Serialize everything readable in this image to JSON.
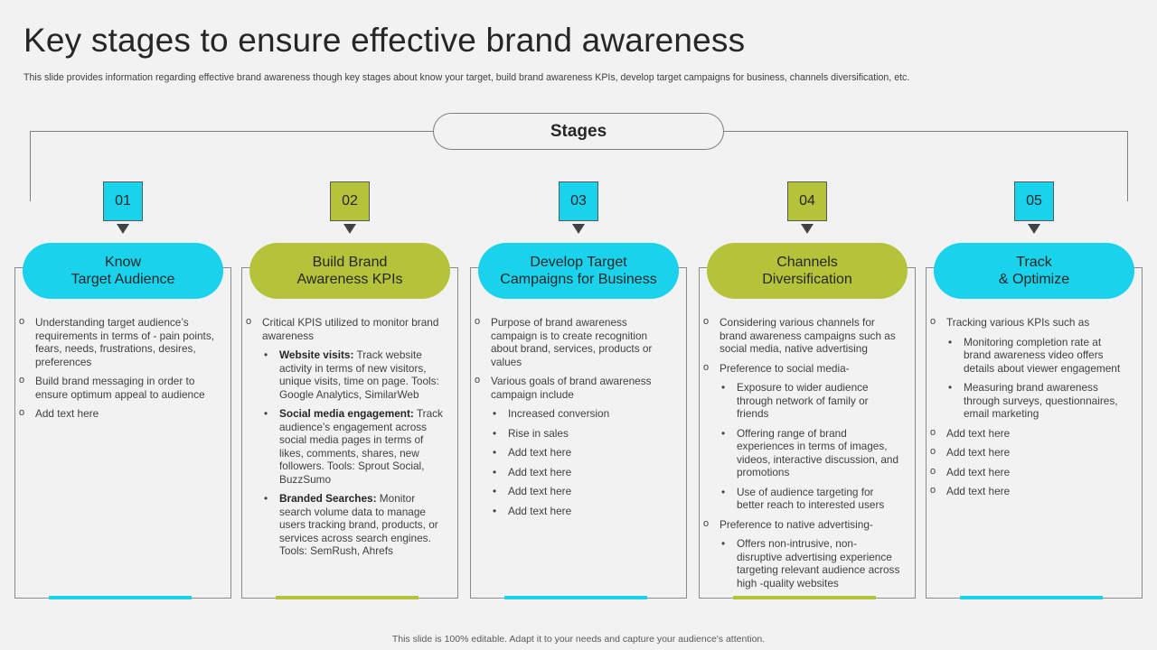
{
  "slide": {
    "title": "Key stages to ensure effective brand awareness",
    "subtitle": "This slide provides information regarding effective brand awareness though key stages about know your target, build brand awareness KPIs, develop target campaigns for business, channels diversification, etc.",
    "stages_label": "Stages",
    "footer": "This slide is 100% editable. Adapt it to your needs and capture your audience's attention."
  },
  "colors": {
    "cyan": "#19d2ec",
    "olive": "#b5c33a"
  },
  "stages": [
    {
      "number": "01",
      "title": "Know\nTarget Audience",
      "accent": "#19d2ec",
      "items": [
        {
          "level": 1,
          "text": "Understanding target audience’s requirements in terms of - pain points, fears, needs, frustrations, desires, preferences"
        },
        {
          "level": 1,
          "text": "Build brand messaging in order to ensure optimum appeal to audience"
        },
        {
          "level": 1,
          "text": "Add text here"
        }
      ]
    },
    {
      "number": "02",
      "title": "Build Brand\nAwareness KPIs",
      "accent": "#b5c33a",
      "items": [
        {
          "level": 1,
          "text": "Critical KPIS utilized to monitor brand awareness"
        },
        {
          "level": 2,
          "bold": "Website visits:",
          "text": " Track website activity in terms of new visitors, unique visits, time on page. Tools: Google Analytics, SimilarWeb"
        },
        {
          "level": 2,
          "bold": "Social media engagement:",
          "text": " Track audience’s engagement across social media pages in terms of likes, comments, shares, new followers. Tools: Sprout Social, BuzzSumo"
        },
        {
          "level": 2,
          "bold": "Branded Searches:",
          "text": " Monitor search volume data to manage users tracking brand, products, or services across search engines. Tools: SemRush, Ahrefs"
        }
      ]
    },
    {
      "number": "03",
      "title": "Develop Target\nCampaigns for Business",
      "accent": "#19d2ec",
      "items": [
        {
          "level": 1,
          "text": "Purpose of brand awareness campaign is to create recognition about brand, services, products or values"
        },
        {
          "level": 1,
          "text": "Various goals of brand awareness campaign include"
        },
        {
          "level": 2,
          "text": "Increased conversion"
        },
        {
          "level": 2,
          "text": "Rise in sales"
        },
        {
          "level": 2,
          "text": "Add text here"
        },
        {
          "level": 2,
          "text": "Add text here"
        },
        {
          "level": 2,
          "text": "Add text here"
        },
        {
          "level": 2,
          "text": "Add text here"
        }
      ]
    },
    {
      "number": "04",
      "title": "Channels\nDiversification",
      "accent": "#b5c33a",
      "items": [
        {
          "level": 1,
          "text": "Considering various channels for brand awareness campaigns such as social media, native advertising"
        },
        {
          "level": 1,
          "text": "Preference to social media-"
        },
        {
          "level": 2,
          "text": "Exposure to wider audience through network of family or friends"
        },
        {
          "level": 2,
          "text": "Offering range of brand experiences in terms of images, videos, interactive discussion, and promotions"
        },
        {
          "level": 2,
          "text": "Use of audience targeting for better reach to interested users"
        },
        {
          "level": 1,
          "text": "Preference to native advertising-"
        },
        {
          "level": 2,
          "text": "Offers non-intrusive, non-disruptive advertising experience targeting relevant audience across high -quality websites"
        }
      ]
    },
    {
      "number": "05",
      "title": "Track\n& Optimize",
      "accent": "#19d2ec",
      "items": [
        {
          "level": 1,
          "text": "Tracking various KPIs such as"
        },
        {
          "level": 2,
          "text": "Monitoring completion rate at brand awareness video offers details about viewer engagement"
        },
        {
          "level": 2,
          "text": "Measuring brand awareness through surveys, questionnaires, email marketing"
        },
        {
          "level": 1,
          "text": "Add text here"
        },
        {
          "level": 1,
          "text": "Add text here"
        },
        {
          "level": 1,
          "text": "Add text here"
        },
        {
          "level": 1,
          "text": "Add text here"
        }
      ]
    }
  ]
}
